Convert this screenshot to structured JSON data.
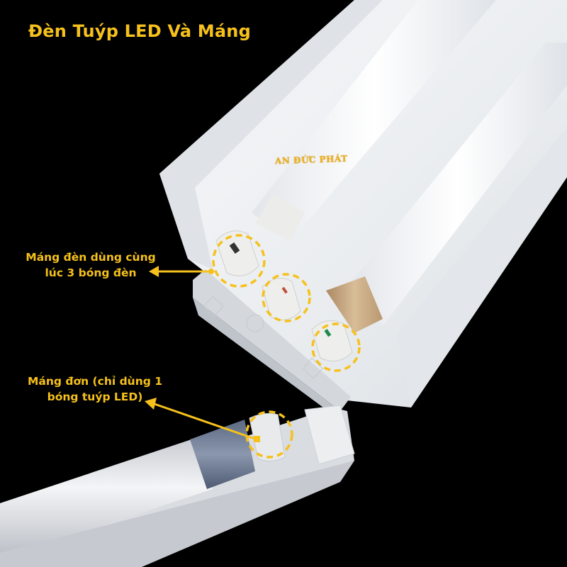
{
  "title": "Đèn Tuýp LED Và Máng",
  "watermark": "AN ĐỨC PHÁT",
  "callouts": [
    {
      "id": "triple-fixture",
      "lines": [
        "Máng đèn dùng cùng",
        "lúc 3 bóng đèn"
      ]
    },
    {
      "id": "single-fixture",
      "lines": [
        "Máng đơn (chỉ dùng 1",
        "bóng tuýp LED)"
      ]
    }
  ],
  "colors": {
    "background": "#000000",
    "accent": "#f6c11c",
    "fixture_white": "#eef0f2",
    "tube_white": "#f4f5f7",
    "gold_cap": "#c9a77e",
    "blue_cap": "#6f7d96",
    "red_mark": "#c0503c",
    "green_mark": "#1e8a4a"
  }
}
